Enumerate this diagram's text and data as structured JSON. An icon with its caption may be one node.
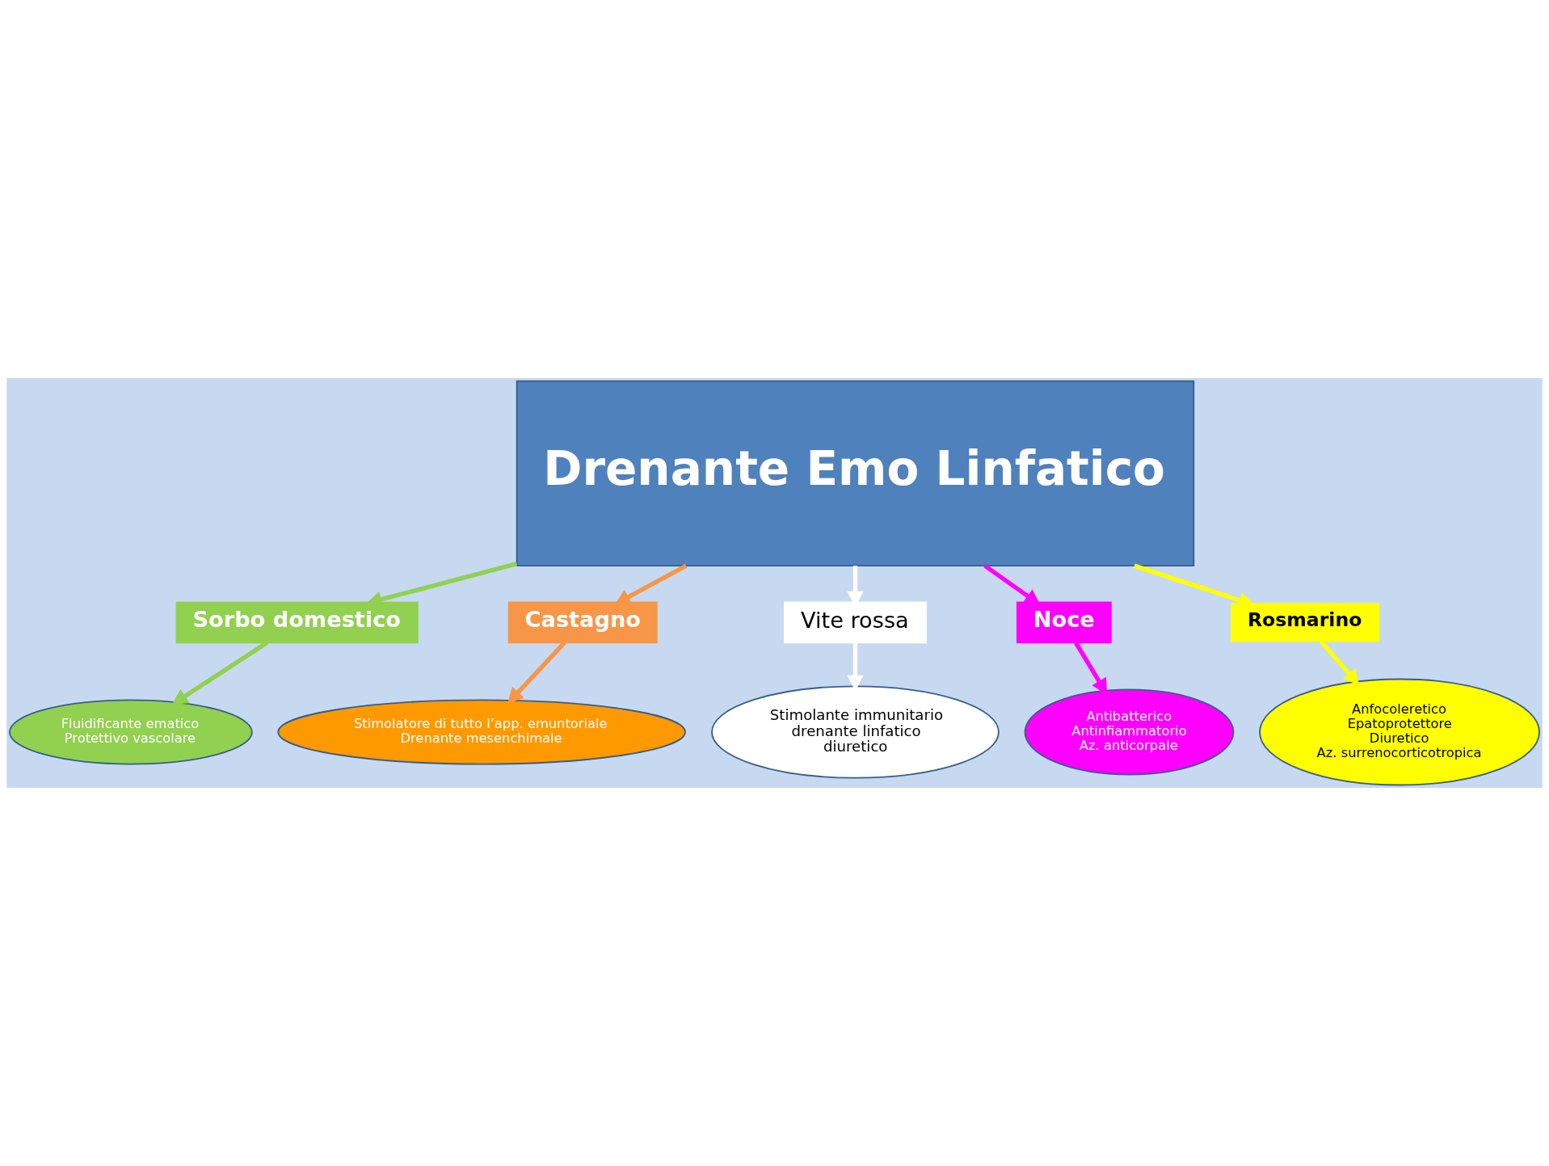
{
  "diagram": {
    "nodes": [
      {
        "text": [
          "Drenante Emo Linfatico"
        ]
      },
      {
        "text": [
          "Sorbo domestico"
        ]
      },
      {
        "text": [
          "Fluidificante ematico",
          "Protettivo vascolare"
        ]
      },
      {
        "text": [
          "Castagno"
        ]
      },
      {
        "text": [
          "Stimolatore di tutto l’app. emuntoriale",
          "Drenante mesenchimale"
        ]
      },
      {
        "text": [
          "Vite rossa"
        ]
      },
      {
        "text": [
          "Stimolante immunitario",
          "drenante linfatico",
          "diuretico"
        ]
      },
      {
        "text": [
          "Noce"
        ]
      },
      {
        "text": [
          "Antibatterico",
          "Antinfiammatorio",
          "Az. anticorpale"
        ]
      },
      {
        "text": [
          "Rosmarino"
        ]
      },
      {
        "text": [
          "Anfocoleretico",
          "Epatoprotettore",
          "Diuretico",
          "Az. surrenocorticotropica"
        ]
      }
    ],
    "edges": [
      {
        "from": 0,
        "to": 1,
        "arrow": "to",
        "color": "#92d050"
      },
      {
        "from": 1,
        "to": 2,
        "arrow": "to",
        "color": "#92d050"
      },
      {
        "from": 0,
        "to": 3,
        "arrow": "to",
        "color": "#f79646"
      },
      {
        "from": 3,
        "to": 4,
        "arrow": "to",
        "color": "#f79646"
      },
      {
        "from": 0,
        "to": 5,
        "arrow": "to",
        "color": "#ffffff"
      },
      {
        "from": 5,
        "to": 6,
        "arrow": "to",
        "color": "#ffffff"
      },
      {
        "from": 0,
        "to": 7,
        "arrow": "to",
        "color": "#ff00ff"
      },
      {
        "from": 7,
        "to": 8,
        "arrow": "to",
        "color": "#ff00ff"
      },
      {
        "from": 0,
        "to": 9,
        "arrow": "to",
        "color": "#ffff00"
      },
      {
        "from": 9,
        "to": 10,
        "arrow": "to",
        "color": "#ffff00"
      }
    ]
  }
}
